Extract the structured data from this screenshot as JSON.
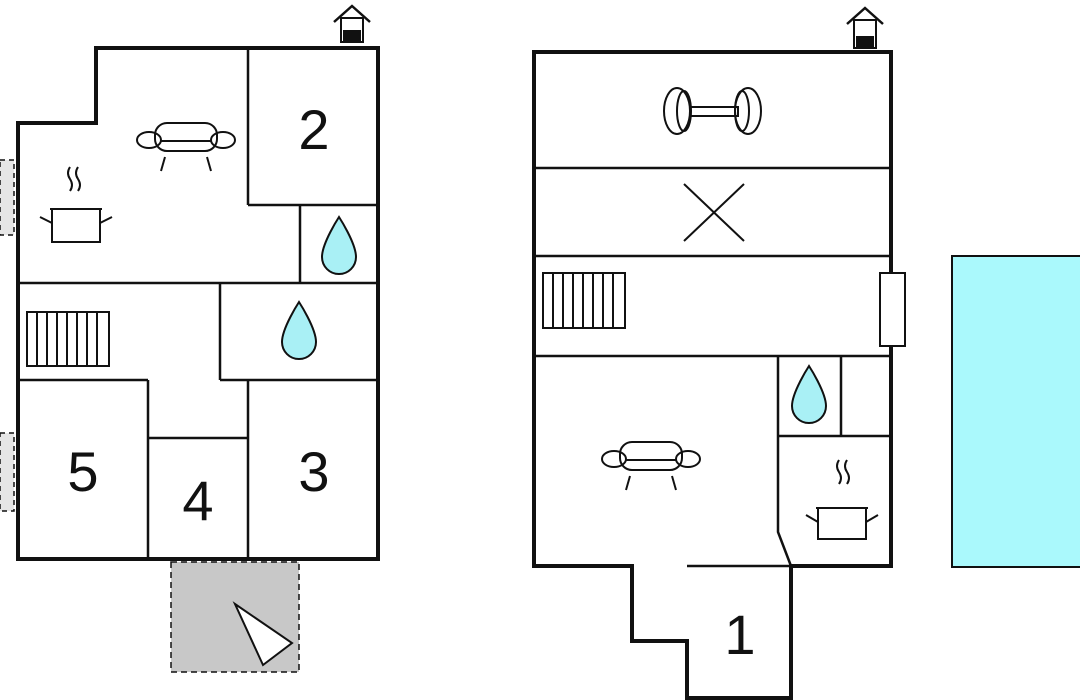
{
  "rooms": {
    "room_1": "1",
    "room_2": "2",
    "room_3": "3",
    "room_4": "4",
    "room_5": "5"
  },
  "icons": {
    "house": "house-icon",
    "sofa": "sofa-icon",
    "kitchen": "cooking-pot-icon",
    "bathroom": "water-drop-icon",
    "stairs": "stairs-icon",
    "fitness": "dumbbell-icon",
    "storage": "cross-icon",
    "entrance": "entrance-arrow-icon"
  },
  "colors": {
    "wall": "#111111",
    "water": "#a9f0f5",
    "pool": "#aaf9fc",
    "terrace": "#c8c8c8",
    "outdoor": "#e6e6e6"
  }
}
